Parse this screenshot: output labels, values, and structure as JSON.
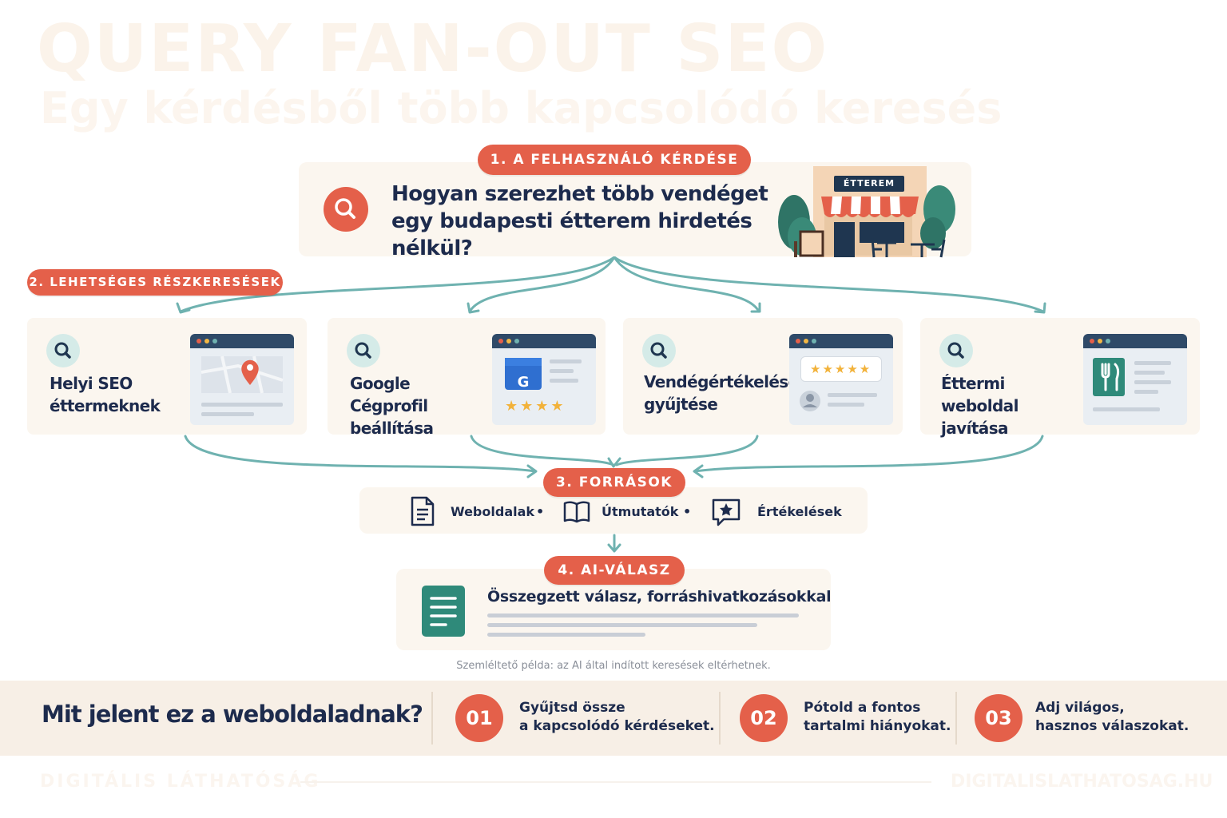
{
  "header": {
    "title": "QUERY FAN-OUT SEO",
    "subtitle": "Egy kérdésből több kapcsolódó keresés"
  },
  "step1": {
    "label": "1. A FELHASZNÁLÓ KÉRDÉSE",
    "question": "Hogyan szerezhet több vendéget egy budapesti étterem hirdetés nélkül?",
    "illustration_sign": "ÉTTEREM"
  },
  "step2": {
    "label": "2. LEHETSÉGES RÉSZKERESÉSEK",
    "cards": [
      {
        "label": "Helyi SEO éttermeknek",
        "icon": "map-pin-icon"
      },
      {
        "label": "Google Cégprofil beállítása",
        "icon": "google-business-icon",
        "rating": "★★★★"
      },
      {
        "label": "Vendégértékelések gyűjtése",
        "icon": "review-stars-icon",
        "rating": "★★★★★"
      },
      {
        "label": "Éttermi weboldal javítása",
        "icon": "fork-knife-icon"
      }
    ]
  },
  "step3": {
    "label": "3. FORRÁSOK",
    "items": [
      {
        "label": "Weboldalak",
        "icon": "document-icon"
      },
      {
        "label": "Útmutatók",
        "icon": "book-icon"
      },
      {
        "label": "Értékelések",
        "icon": "star-speech-icon"
      }
    ],
    "separator": "•"
  },
  "step4": {
    "label": "4. AI-VÁLASZ",
    "answer": "Összegzett válasz, forráshivatkozásokkal"
  },
  "footnote": "Szemléltető példa: az AI által indított keresések eltérhetnek.",
  "bottom": {
    "title": "Mit jelent ez a weboldaladnak?",
    "steps": [
      {
        "num": "01",
        "line1": "Gyűjtsd össze",
        "line2": "a kapcsolódó kérdéseket."
      },
      {
        "num": "02",
        "line1": "Pótold a fontos",
        "line2": "tartalmi hiányokat."
      },
      {
        "num": "03",
        "line1": "Adj világos,",
        "line2": "hasznos válaszokat."
      }
    ]
  },
  "footer": {
    "left": "DIGITÁLIS LÁTHATÓSÁG",
    "right": "DIGITALISLATHATOSAG.HU"
  },
  "colors": {
    "accent": "#e4604a",
    "navy": "#1d2b4d",
    "teal": "#6fb2b0",
    "panel": "#fbf6ef"
  }
}
